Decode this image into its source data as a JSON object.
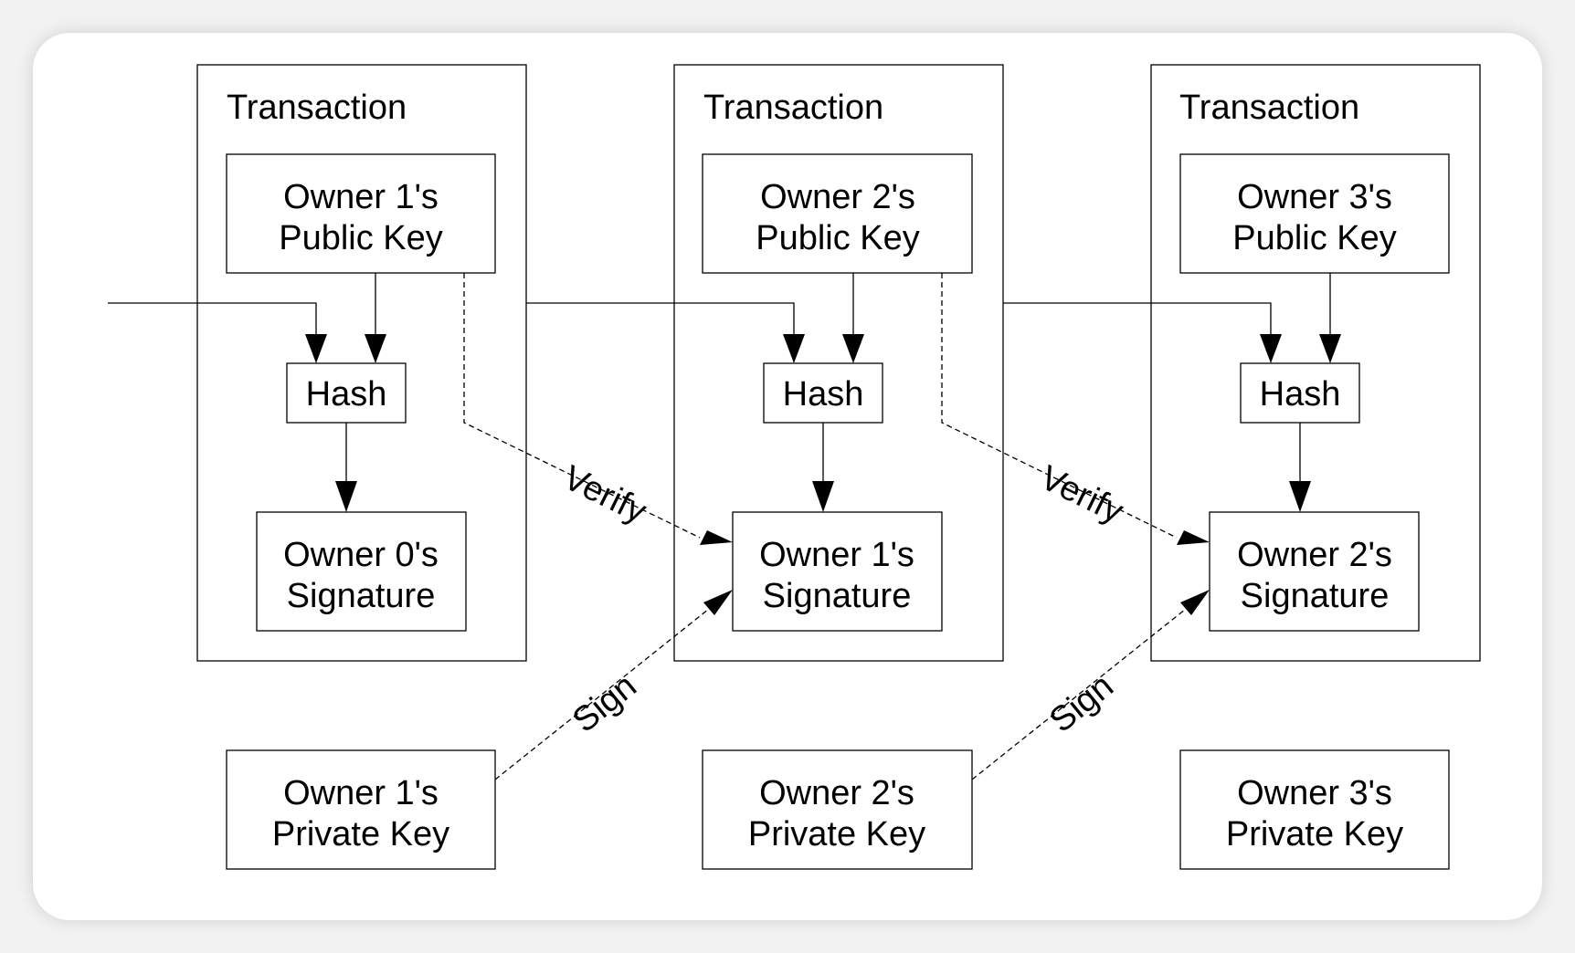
{
  "transactions": [
    {
      "title": "Transaction",
      "public_key": [
        "Owner 1's",
        "Public Key"
      ],
      "hash": "Hash",
      "signature": [
        "Owner 0's",
        "Signature"
      ],
      "private_key": [
        "Owner 1's",
        "Private Key"
      ]
    },
    {
      "title": "Transaction",
      "public_key": [
        "Owner 2's",
        "Public Key"
      ],
      "hash": "Hash",
      "signature": [
        "Owner 1's",
        "Signature"
      ],
      "private_key": [
        "Owner 2's",
        "Private Key"
      ]
    },
    {
      "title": "Transaction",
      "public_key": [
        "Owner 3's",
        "Public Key"
      ],
      "hash": "Hash",
      "signature": [
        "Owner 2's",
        "Signature"
      ],
      "private_key": [
        "Owner 3's",
        "Private Key"
      ]
    }
  ],
  "edge_labels": {
    "verify": [
      "Verify",
      "Verify"
    ],
    "sign": [
      "Sign",
      "Sign"
    ]
  }
}
